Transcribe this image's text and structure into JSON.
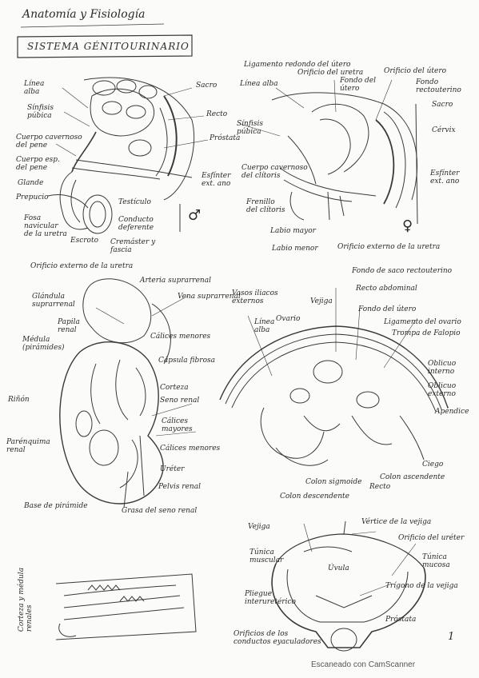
{
  "header": {
    "subject": "Anatomía y Fisiología",
    "system": "SISTEMA GÉNITOURINARIO"
  },
  "male": {
    "symbol": "♂",
    "labels": {
      "linea_alba": "Línea\nalba",
      "sinfisis": "Sínfisis\npúbica",
      "cuerpo_cavernoso": "Cuerpo cavernoso\ndel pene",
      "cuerpo_esponjoso": "Cuerpo esp.\ndel pene",
      "glande": "Glande",
      "prepucio": "Prepucio",
      "fosa": "Fosa\nnavicular\nde la uretra",
      "escroto": "Escroto",
      "orificio": "Orificio externo de la uretra",
      "sacro": "Sacro",
      "recto": "Recto",
      "prostata": "Próstata",
      "esfinter": "Esfínter\next. ano",
      "testiculo": "Testículo",
      "conducto": "Conducto\ndeferente",
      "cremaster": "Cremáster y\nfascia"
    }
  },
  "female": {
    "symbol": "♀",
    "labels": {
      "ligamento": "Ligamento redondo del útero",
      "linea_alba": "Línea alba",
      "orificio_uretra": "Orificio del uretra",
      "fondo_utero": "Fondo del\nútero",
      "orificio_utero": "Orificio del útero",
      "fondo_rectouterino": "Fondo\nrectouterino",
      "sacro": "Sacro",
      "sinfisis": "Sínfisis\npúbica",
      "cuerpo_clitoris": "Cuerpo cavernoso\ndel clítoris",
      "frenillo": "Frenillo\ndel clítoris",
      "labio_mayor": "Labio mayor",
      "labio_menor": "Labio menor",
      "orificio_ext": "Orificio externo de la uretra",
      "cervix": "Cérvix",
      "esfinter": "Esfínter\next. ano"
    }
  },
  "kidney": {
    "labels": {
      "arteria": "Arteria suprarrenal",
      "vena": "Vena suprarrenal",
      "glandula": "Glándula\nsuprarrenal",
      "papila": "Papila\nrenal",
      "medula": "Médula\n(pirámides)",
      "rinon": "Riñón",
      "parenquima": "Parénquima\nrenal",
      "calices_menores": "Cálices menores",
      "capsula": "Cápsula fibrosa",
      "corteza": "Corteza",
      "seno": "Seno renal",
      "calices_mayores": "Cálices\nmayores",
      "calices_menores2": "Cálices menores",
      "ureter": "Uréter",
      "pelvis": "Pelvis renal",
      "base": "Base de pirámide",
      "grasa": "Grasa del seno renal"
    }
  },
  "abdomen": {
    "labels": {
      "vasos": "Vasos iliacos\nexternos",
      "linea_alba": "Línea\nalba",
      "ovario": "Ovario",
      "vejiga": "Vejiga",
      "fondo_saco": "Fondo de saco rectouterino",
      "recto_abdominal": "Recto abdominal",
      "fondo_utero": "Fondo del útero",
      "ligamento_ovario": "Ligamento del ovario",
      "trompa": "Trompa de Falopio",
      "oblicuo_interno": "Oblicuo\ninterno",
      "oblicuo_externo": "Oblicuo\nexterno",
      "apendice": "Apéndice",
      "ciego": "Ciego",
      "colon_sigmoide": "Colon sigmoide",
      "colon_descendente": "Colon descendente",
      "recto": "Recto",
      "colon_ascendente": "Colon ascendente"
    }
  },
  "bladder": {
    "labels": {
      "vejiga": "Vejiga",
      "vertice": "Vértice de la vejiga",
      "orificio_ureter": "Orificio del uréter",
      "tunica_muscular": "Túnica\nmuscular",
      "tunica_mucosa": "Túnica\nmucosa",
      "uvula": "Úvula",
      "trigono": "Trígono de la vejiga",
      "pliegue": "Pliegue\ninteruretérico",
      "prostata": "Próstata",
      "orificios": "Orificios de los\nconductos eyaculadores"
    }
  },
  "nephron": {
    "label": "Corteza y médula\nrenales"
  },
  "footer": {
    "page_number": "1",
    "watermark": "Escaneado con CamScanner"
  }
}
